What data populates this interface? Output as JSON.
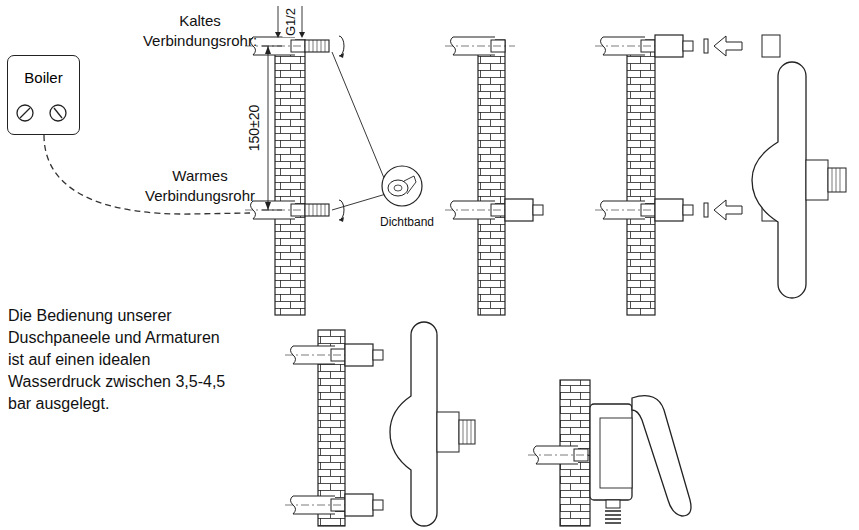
{
  "diagram": {
    "nodes": [
      {
        "text": [
          "Boiler"
        ]
      }
    ],
    "labels": [
      "G1/2",
      "Kaltes Verbindungsrohr:",
      "Warmes Verbindungsrohr",
      "150±20",
      "Dichtband",
      "Die Bedienung unserer Duschpaneele und Armaturen ist auf einen idealen Wasserdruck zwischen 3,5-4,5 bar ausgelegt."
    ]
  }
}
